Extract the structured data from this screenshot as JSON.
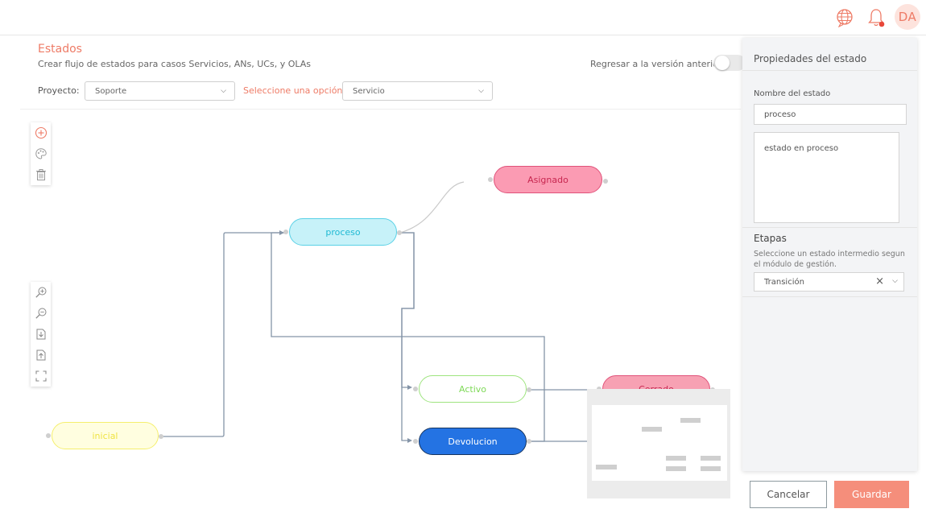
{
  "header": {
    "globe_icon": "globe-chat-icon",
    "bell_icon": "bell-icon",
    "avatar_initials": "DA"
  },
  "page": {
    "title": "Estados",
    "subtitle": "Crear flujo de estados para casos Servicios, ANs, UCs, y OLAs",
    "restore_label": "Regresar a la versión anterior",
    "restore_enabled": false
  },
  "filters": {
    "project_label": "Proyecto:",
    "project_value": "Soporte",
    "option_label": "Seleccione una opción",
    "option_value": "Servicio"
  },
  "toolbar": {
    "top": [
      "add-circle-icon",
      "palette-icon",
      "trash-icon"
    ],
    "zoom": [
      "zoom-in-icon",
      "zoom-out-icon",
      "import-icon",
      "export-icon",
      "fit-screen-icon"
    ]
  },
  "diagram": {
    "nodes": [
      {
        "id": "asignado",
        "label": "Asignado",
        "fill": "#fb9bb3",
        "stroke": "#e0527a",
        "text": "#c7264f"
      },
      {
        "id": "proceso",
        "label": "proceso",
        "fill": "#c7f2f9",
        "stroke": "#5ad1e6",
        "text": "#20b9d3"
      },
      {
        "id": "activo",
        "label": "Activo",
        "fill": "#ffffff",
        "stroke": "#9ee47f",
        "text": "#7ed957"
      },
      {
        "id": "cerrado",
        "label": "Cerrado",
        "fill": "#f7a1b3",
        "stroke": "#e0527a",
        "text": "#c7264f"
      },
      {
        "id": "devolucion",
        "label": "Devolucion",
        "fill": "#2473e3",
        "stroke": "#17355f",
        "text": "#ffffff"
      },
      {
        "id": "inicial",
        "label": "inicial",
        "fill": "#fffee0",
        "stroke": "#f5ef6e",
        "text": "#efe342"
      }
    ]
  },
  "panel": {
    "title": "Propiedades del estado",
    "name_label": "Nombre del estado",
    "name_value": "proceso",
    "description_value": "estado en proceso",
    "stages_title": "Etapas",
    "stages_help": "Seleccione un estado intermedio segun el módulo de gestión.",
    "stages_value": "Transición"
  },
  "actions": {
    "cancel_label": "Cancelar",
    "save_label": "Guardar"
  },
  "colors": {
    "accent": "#ee7b66",
    "save_button": "#f58e7b",
    "link_line": "#8494a7"
  }
}
